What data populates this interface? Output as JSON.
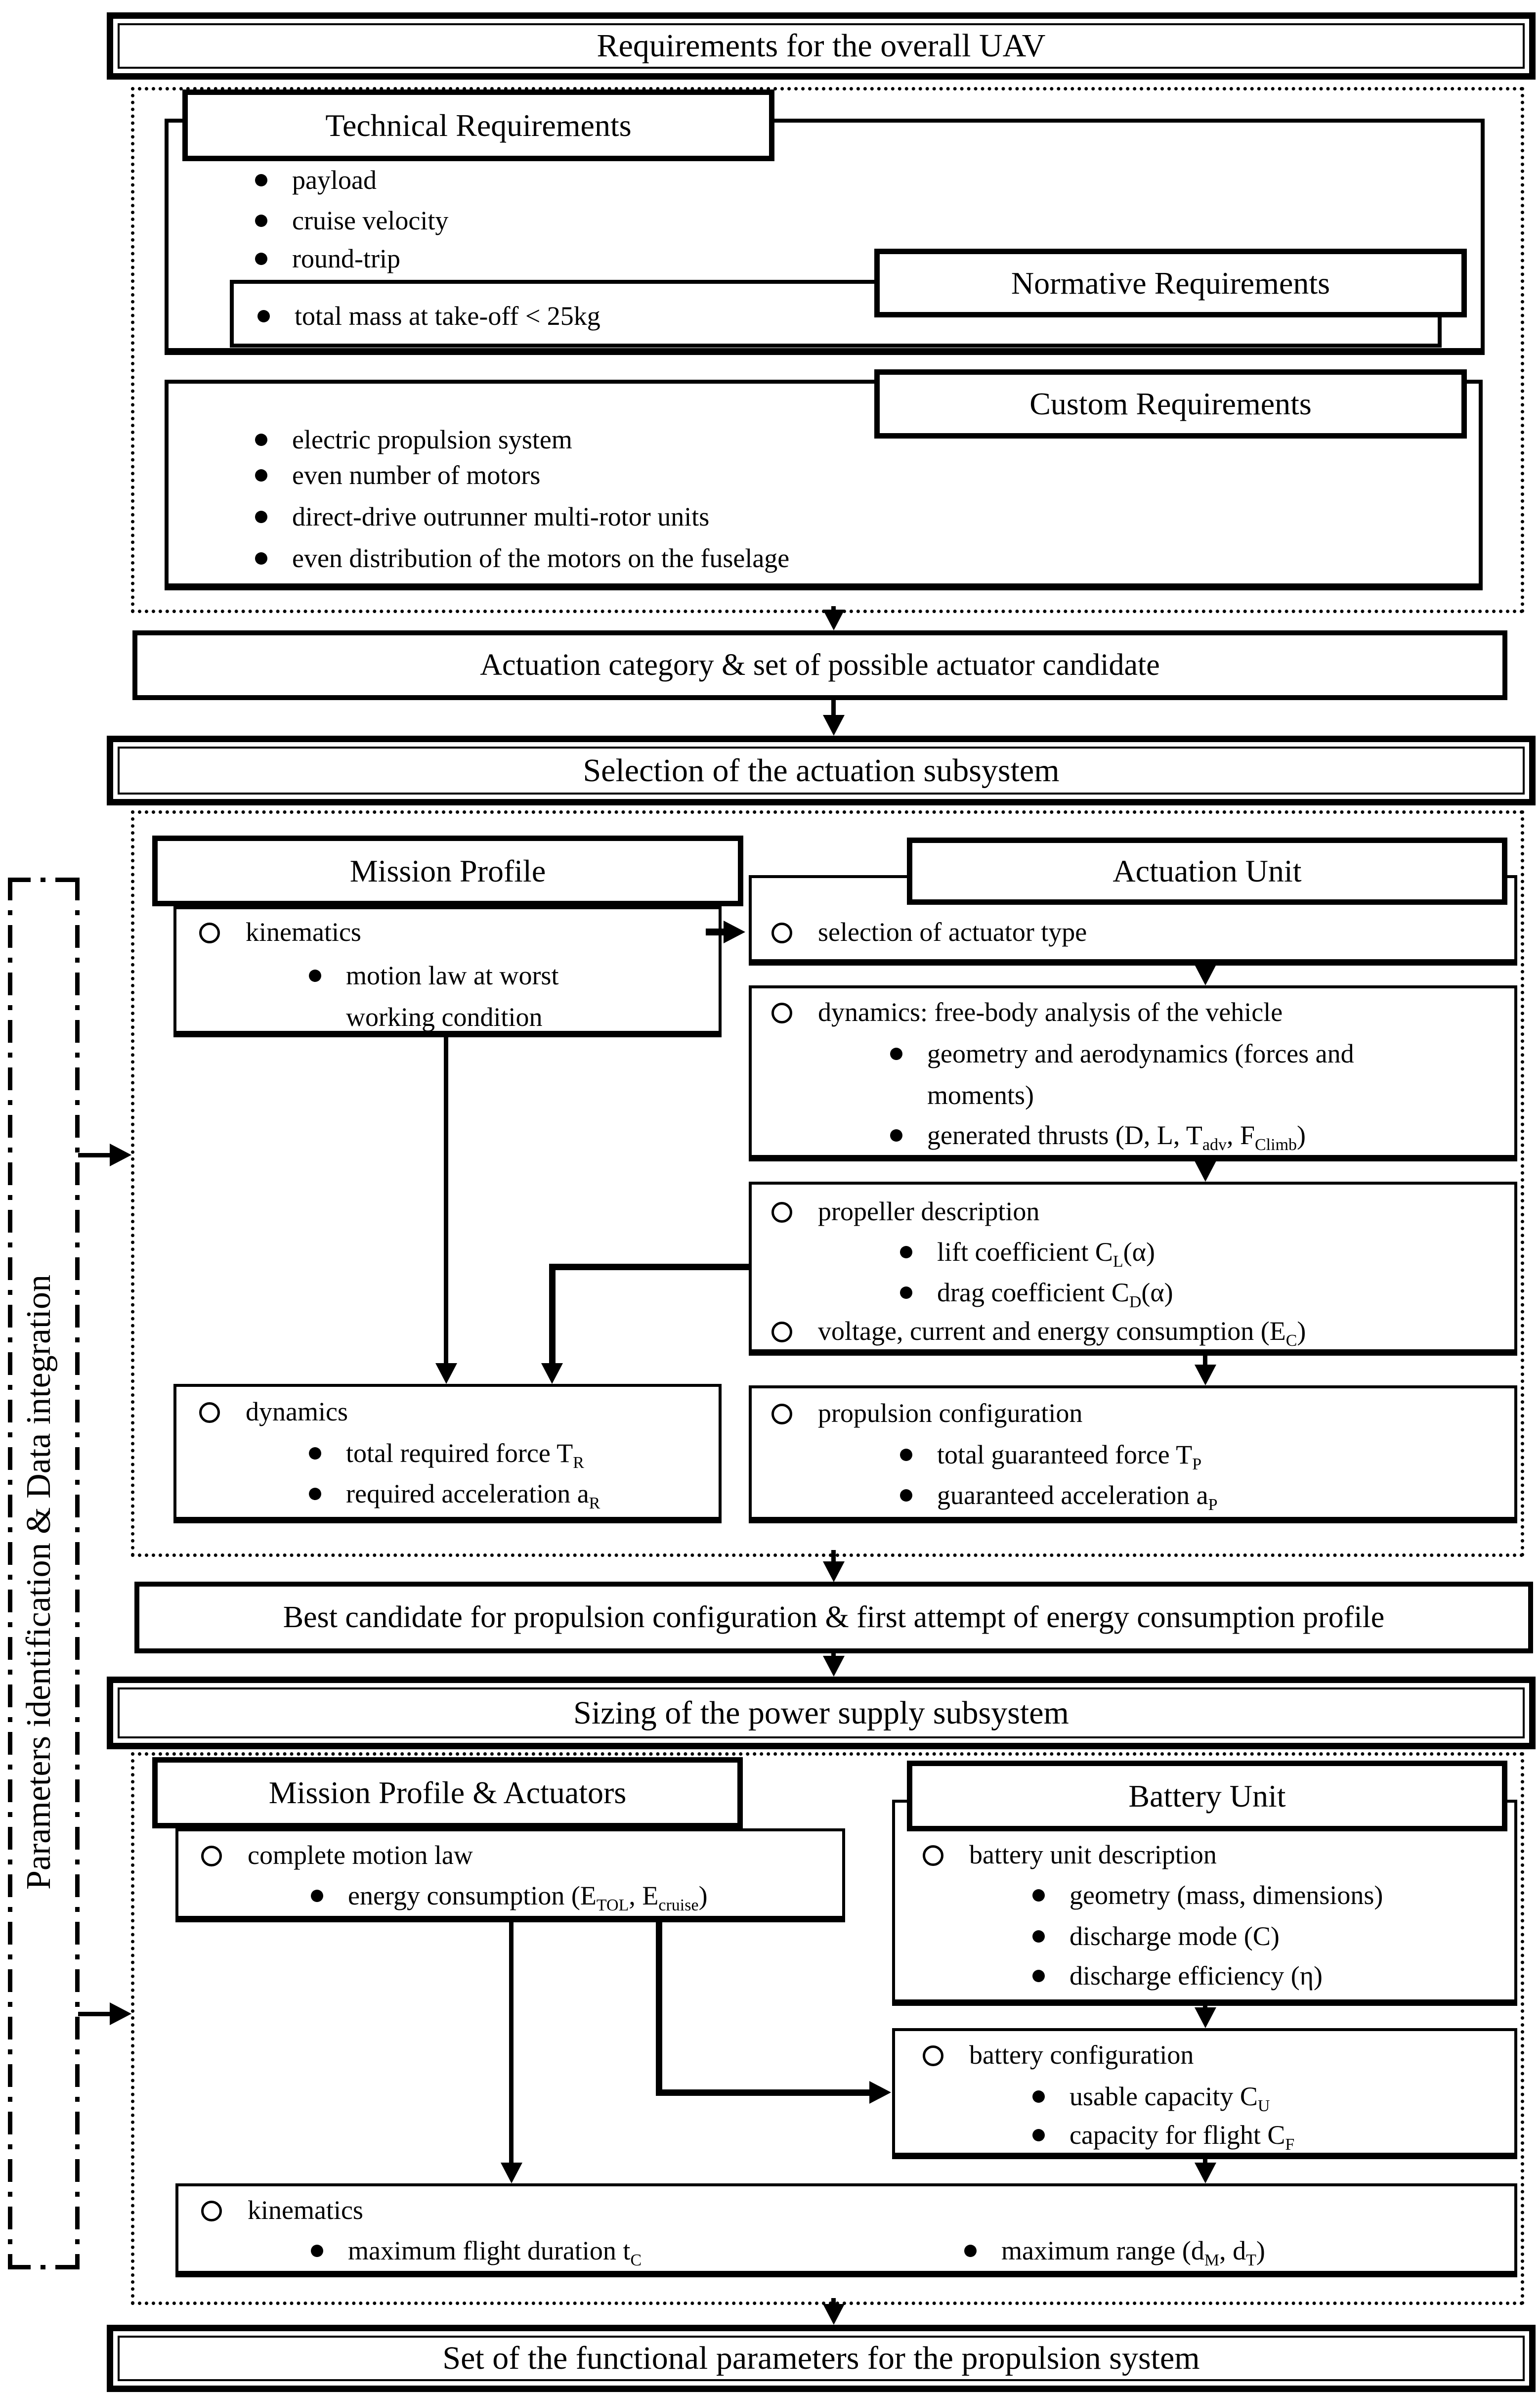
{
  "colors": {
    "ink": "#000000",
    "bg": "#ffffff"
  },
  "title_bar": {
    "label": "Requirements for the overall UAV"
  },
  "s1": {
    "technical": {
      "header": "Technical Requirements",
      "items": [
        "payload",
        "cruise velocity",
        "round-trip"
      ]
    },
    "mass": {
      "item": "total mass at take-off < 25kg"
    },
    "normative": {
      "header": "Normative Requirements"
    },
    "custom": {
      "header": "Custom Requirements",
      "items": [
        "electric propulsion system",
        "even number of motors",
        "direct-drive outrunner multi-rotor units",
        "even distribution of the motors on the fuselage"
      ]
    }
  },
  "bar1": {
    "label": "Actuation category & set of possible actuator candidate"
  },
  "s2": {
    "header": "Selection of the actuation subsystem",
    "mission": {
      "header": "Mission Profile",
      "kin_label": "kinematics",
      "kin_item": "motion law at worst\nworking condition",
      "dyn_label": "dynamics",
      "dyn_items": [
        "total required force T_{R}",
        "required acceleration a_{R}"
      ]
    },
    "unit": {
      "header": "Actuation Unit",
      "selection_item": "selection of actuator type",
      "dyn_label": "dynamics: free-body analysis of the vehicle",
      "dyn_items": [
        "geometry and aerodynamics (forces and\nmoments)",
        "generated thrusts (D, L, T_{adv}, F_{Climb})"
      ],
      "prop_label": "propeller description",
      "prop_items": [
        "lift coefficient C_{L}(α)",
        "drag coefficient C_{D}(α)"
      ],
      "voltage_item": "voltage, current and energy consumption (E_{C})",
      "cfg_label": "propulsion configuration",
      "cfg_items": [
        "total guaranteed force T_{P}",
        "guaranteed acceleration a_{P}"
      ]
    }
  },
  "bar2": {
    "label": "Best candidate for propulsion configuration & first attempt of energy consumption profile"
  },
  "s3": {
    "header": "Sizing of the power supply subsystem",
    "mission": {
      "header": "Mission Profile & Actuators",
      "motion_label": "complete motion law",
      "motion_items": [
        "energy consumption (E_{TOL}, E_{cruise})"
      ]
    },
    "battery": {
      "header": "Battery Unit",
      "desc_label": "battery unit description",
      "desc_items": [
        "geometry (mass, dimensions)",
        "discharge mode (C)",
        "discharge efficiency (η)"
      ],
      "cfg_label": "battery configuration",
      "cfg_items": [
        "usable capacity C_{U}",
        "capacity for flight C_{F}"
      ]
    },
    "kinematics": {
      "label": "kinematics",
      "items": [
        "maximum flight duration t_{C}",
        "maximum range (d_{M}, d_{T})"
      ]
    }
  },
  "final_bar": {
    "label": "Set of the functional parameters for the propulsion system"
  },
  "sidebar": {
    "label": "Parameters identification & Data integration"
  }
}
